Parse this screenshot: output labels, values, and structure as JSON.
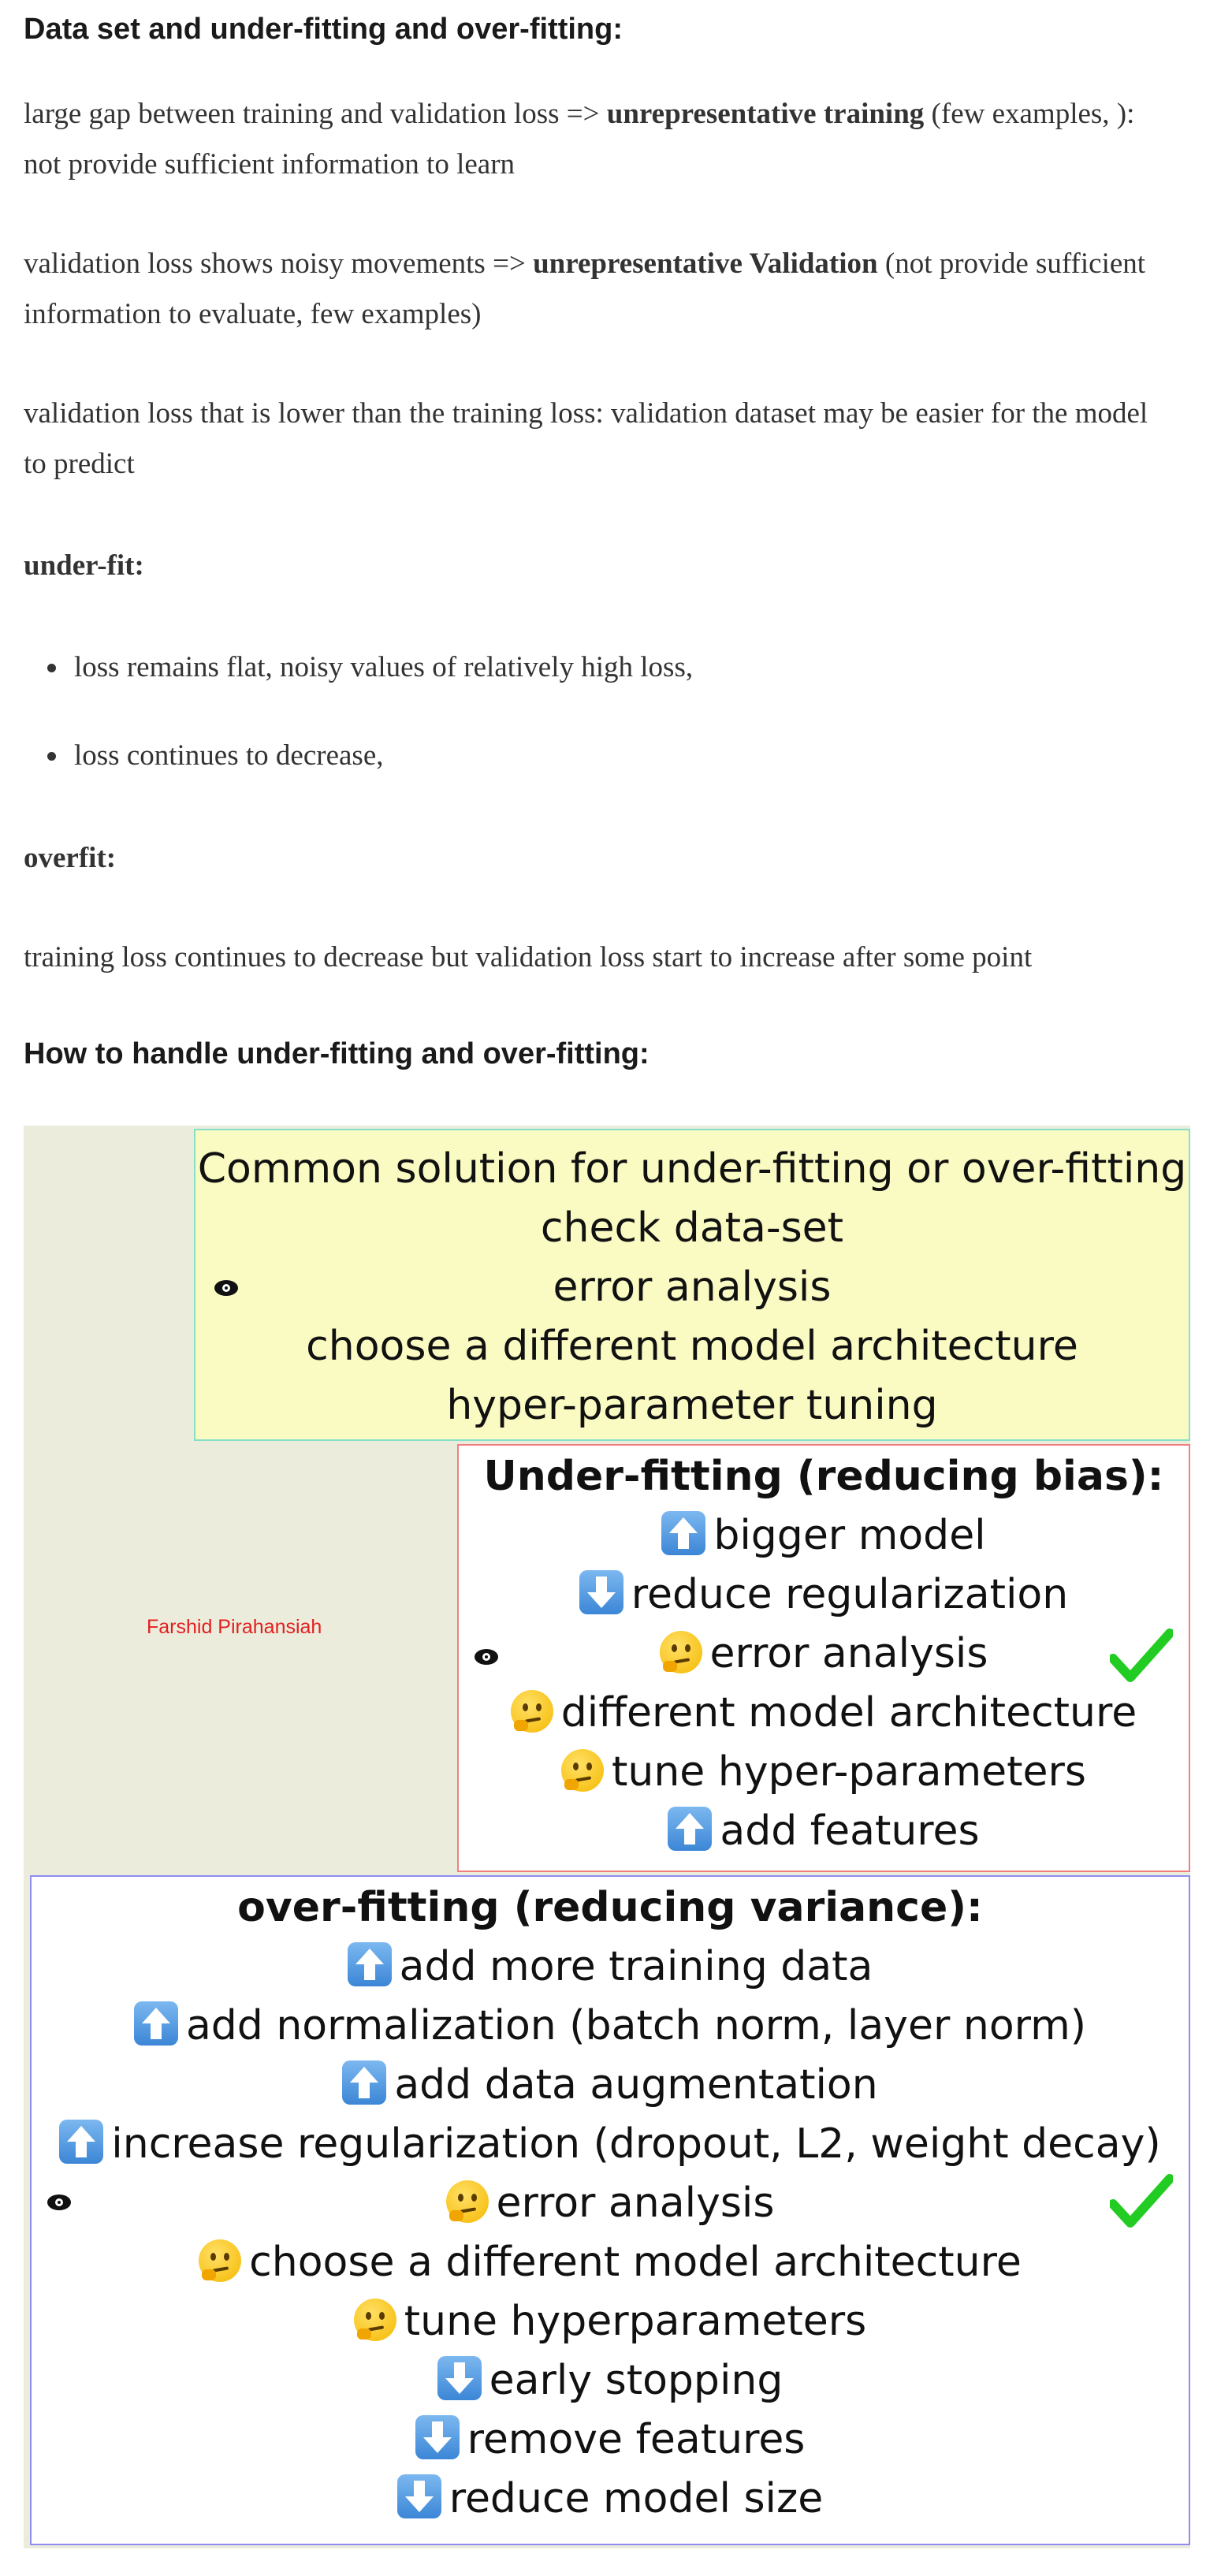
{
  "section1": {
    "heading": "Data set and under-fitting and over-fitting:",
    "p1": {
      "pre": "large gap between training and validation loss => ",
      "bold": "unrepresentative training",
      "post": " (few examples, ): not provide sufficient information to learn"
    },
    "p2": {
      "pre": "validation loss shows noisy movements => ",
      "bold": "unrepresentative Validation",
      "post": " (not provide sufficient information to evaluate, few examples)"
    },
    "p3": "validation loss that is lower than the training loss: validation dataset may be easier for the model to predict",
    "underfit_label": "under-fit:",
    "underfit_items": [
      "loss remains flat, noisy values of relatively high loss,",
      "loss continues to decrease,"
    ],
    "overfit_label": "overfit:",
    "overfit_text": "training loss continues to decrease but validation loss start to increase after some point"
  },
  "section2": {
    "heading": "How to handle under-fitting and over-fitting:"
  },
  "diagram": {
    "author": "Farshid Pirahansiah",
    "common": {
      "title": "Common solution for under-fitting or over-fitting",
      "items": [
        "check data-set",
        "error analysis",
        "choose a different model architecture",
        "hyper-parameter tuning"
      ]
    },
    "under": {
      "title": "Under-fitting (reducing bias):",
      "items": [
        {
          "icon": "up-arrow-icon",
          "text": "bigger model"
        },
        {
          "icon": "down-arrow-icon",
          "text": "reduce regularization"
        },
        {
          "icon": "thinking-face-icon",
          "text": "error analysis"
        },
        {
          "icon": "thinking-face-icon",
          "text": "different model architecture"
        },
        {
          "icon": "thinking-face-icon",
          "text": "tune hyper-parameters"
        },
        {
          "icon": "up-arrow-icon",
          "text": "add features"
        }
      ]
    },
    "over": {
      "title": "over-fitting (reducing variance):",
      "items": [
        {
          "icon": "up-arrow-icon",
          "text": "add more training data"
        },
        {
          "icon": "up-arrow-icon",
          "text": "add normalization (batch norm, layer norm)"
        },
        {
          "icon": "up-arrow-icon",
          "text": "add data augmentation"
        },
        {
          "icon": "up-arrow-icon",
          "text": "increase regularization (dropout, L2, weight decay)"
        },
        {
          "icon": "thinking-face-icon",
          "text": "error analysis"
        },
        {
          "icon": "thinking-face-icon",
          "text": "choose a different model architecture"
        },
        {
          "icon": "thinking-face-icon",
          "text": "tune hyperparameters"
        },
        {
          "icon": "down-arrow-icon",
          "text": "early stopping"
        },
        {
          "icon": "down-arrow-icon",
          "text": "remove features"
        },
        {
          "icon": "down-arrow-icon",
          "text": "reduce model size"
        }
      ]
    },
    "colors": {
      "background": "#ececdc",
      "common_fill": "#fafac3",
      "common_border": "#86e0c7",
      "under_border": "#f07f7f",
      "over_border": "#8d8df0",
      "check": "#22cc22",
      "author": "#e02020"
    }
  }
}
